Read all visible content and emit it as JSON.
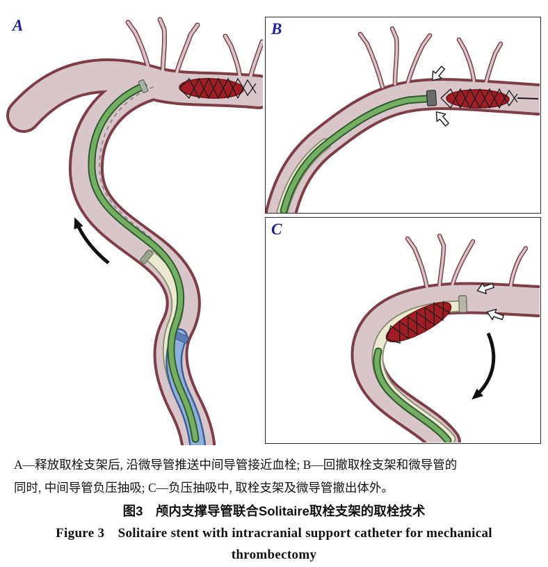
{
  "panels": {
    "a": {
      "label": "A"
    },
    "b": {
      "label": "B"
    },
    "c": {
      "label": "C"
    }
  },
  "caption": {
    "line1": "A—释放取栓支架后, 沿微导管推送中间导管接近血栓; B—回撤取栓支架和微导管的",
    "line2": "同时, 中间导管负压抽吸; C—负压抽吸中, 取栓支架及微导管撤出体外。",
    "title_zh": "图3　颅内支撑导管联合Solitaire取栓支架的取栓技术",
    "title_en": "Figure 3　Solitaire stent with intracranial support catheter for mechanical",
    "title_en2": "thrombectomy"
  },
  "colors": {
    "vessel_fill": "#d9c6cb",
    "vessel_outline": "#7e3e48",
    "thrombus_red": "#a01d24",
    "microcatheter_green": "#74ae62",
    "intermediate_catheter_cream": "#ece9d2",
    "guide_catheter_blue": "#8fb0dd",
    "panel_label_blue": "#1f1f96"
  }
}
